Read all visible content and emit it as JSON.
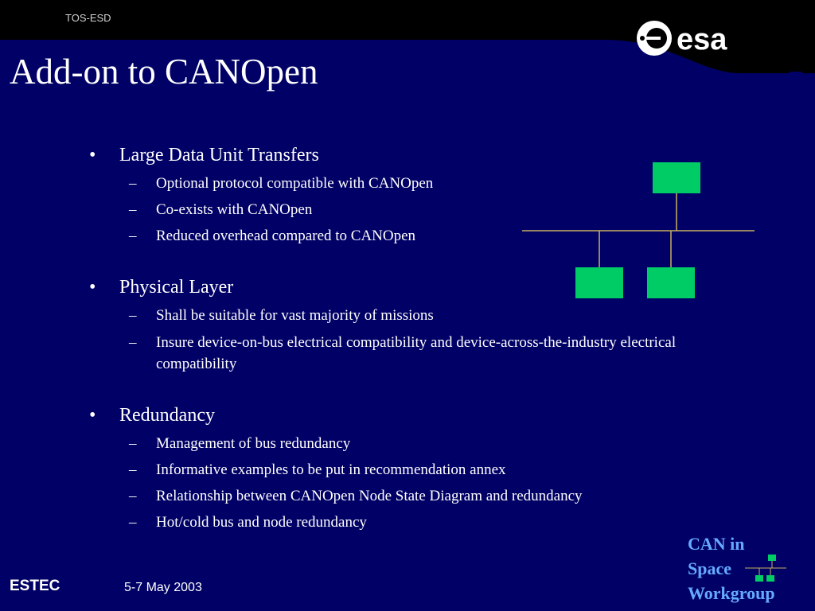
{
  "header": {
    "org_label": "TOS-ESD",
    "logo_text": "esa",
    "title": "Add-on to CANOpen"
  },
  "bullets": [
    {
      "label": "Large Data Unit Transfers",
      "subitems": [
        "Optional protocol compatible with CANOpen",
        "Co-exists with CANOpen",
        "Reduced overhead compared to CANOpen"
      ]
    },
    {
      "label": "Physical Layer",
      "subitems": [
        "Shall be suitable for vast majority of missions",
        "Insure device-on-bus electrical compatibility and device-across-the-industry electrical compatibility"
      ]
    },
    {
      "label": "Redundancy",
      "subitems": [
        "Management of bus redundancy",
        "Informative examples to be put in recommendation annex",
        "Relationship between CANOpen Node State Diagram and redundancy",
        "Hot/cold bus and node redundancy"
      ]
    }
  ],
  "bullet_mark": "•",
  "sub_mark": "–",
  "footer": {
    "left_label": "ESTEC",
    "date": "5-7 May 2003",
    "workgroup_lines": [
      "CAN in",
      "Space",
      "Workgroup"
    ]
  },
  "colors": {
    "background": "#000066",
    "header_band": "#000000",
    "node_green": "#00cc66",
    "bus_line": "#c8b060",
    "workgroup_text": "#66aaff"
  }
}
